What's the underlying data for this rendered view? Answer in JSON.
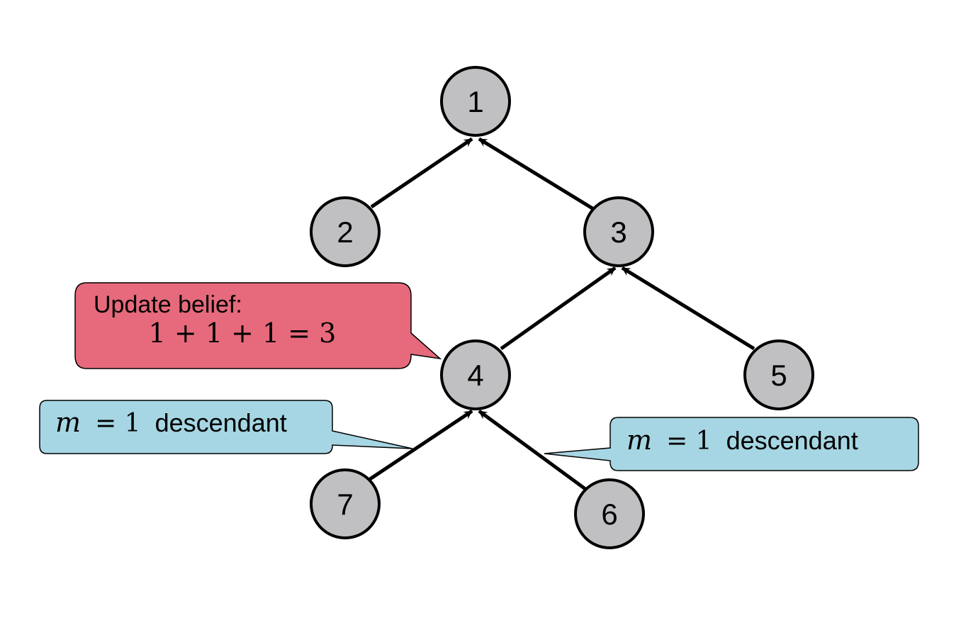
{
  "nodes": [
    {
      "id": "1",
      "label": "1"
    },
    {
      "id": "2",
      "label": "2"
    },
    {
      "id": "3",
      "label": "3"
    },
    {
      "id": "4",
      "label": "4"
    },
    {
      "id": "5",
      "label": "5"
    },
    {
      "id": "6",
      "label": "6"
    },
    {
      "id": "7",
      "label": "7"
    }
  ],
  "edges": [
    {
      "from": "2",
      "to": "1"
    },
    {
      "from": "3",
      "to": "1"
    },
    {
      "from": "4",
      "to": "3"
    },
    {
      "from": "5",
      "to": "3"
    },
    {
      "from": "7",
      "to": "4"
    },
    {
      "from": "6",
      "to": "4"
    }
  ],
  "callouts": {
    "update": {
      "heading": "Update belief:",
      "equation": "1 + 1 + 1 = 3",
      "color": "#e66a7b"
    },
    "left_descendant": {
      "variable": "m",
      "equals": "= 1",
      "text": "descendant",
      "color": "#a6d6e3"
    },
    "right_descendant": {
      "variable": "m",
      "equals": "= 1",
      "text": "descendant",
      "color": "#a6d6e3"
    }
  },
  "colors": {
    "node_fill": "#c0c0c2",
    "stroke": "#000000"
  }
}
